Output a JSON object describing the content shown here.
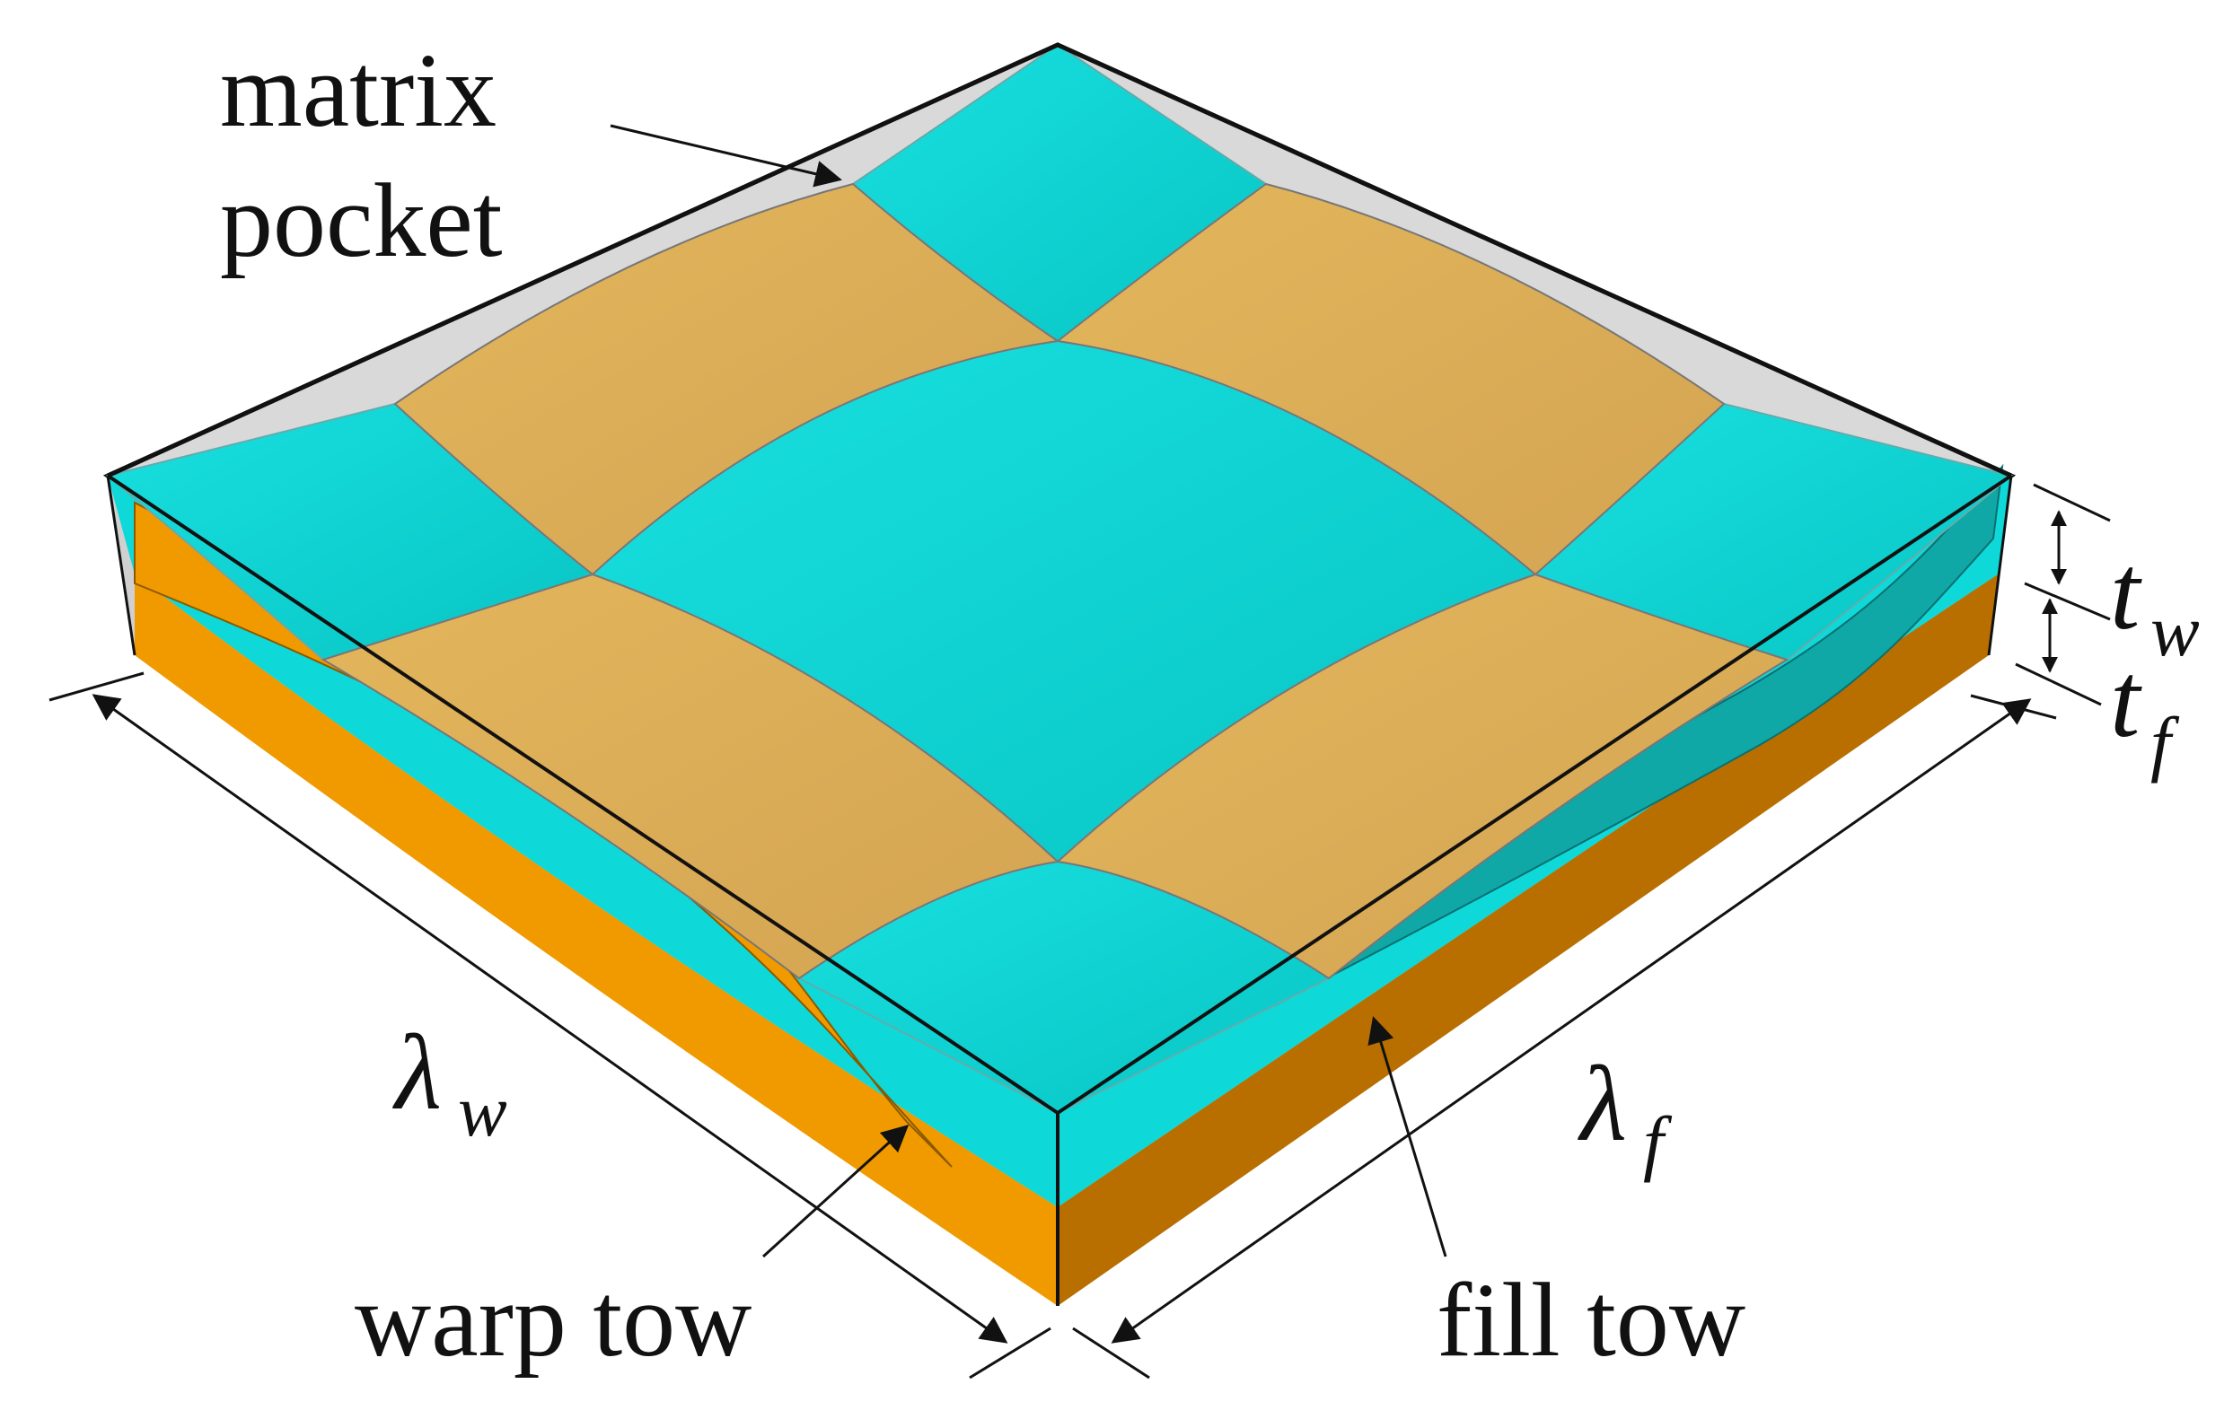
{
  "labels": {
    "matrix_line1": "matrix",
    "matrix_line2": "pocket",
    "warp_tow": "warp tow",
    "fill_tow": "fill tow",
    "lambda_w_symbol": "λ",
    "lambda_w_sub": "w",
    "lambda_f_symbol": "λ",
    "lambda_f_sub": "f",
    "t_w_symbol": "t",
    "t_w_sub": "w",
    "t_f_symbol": "t",
    "t_f_sub": "f"
  },
  "colors": {
    "fill_tow": "#0fd8d8",
    "fill_tow_dark": "#10a7a7",
    "warp_tow_top": "#e0b35a",
    "warp_tow_side": "#f09a00",
    "warp_tow_dark": "#b86f00",
    "matrix": "#d9d9d9",
    "edge": "#111111"
  }
}
